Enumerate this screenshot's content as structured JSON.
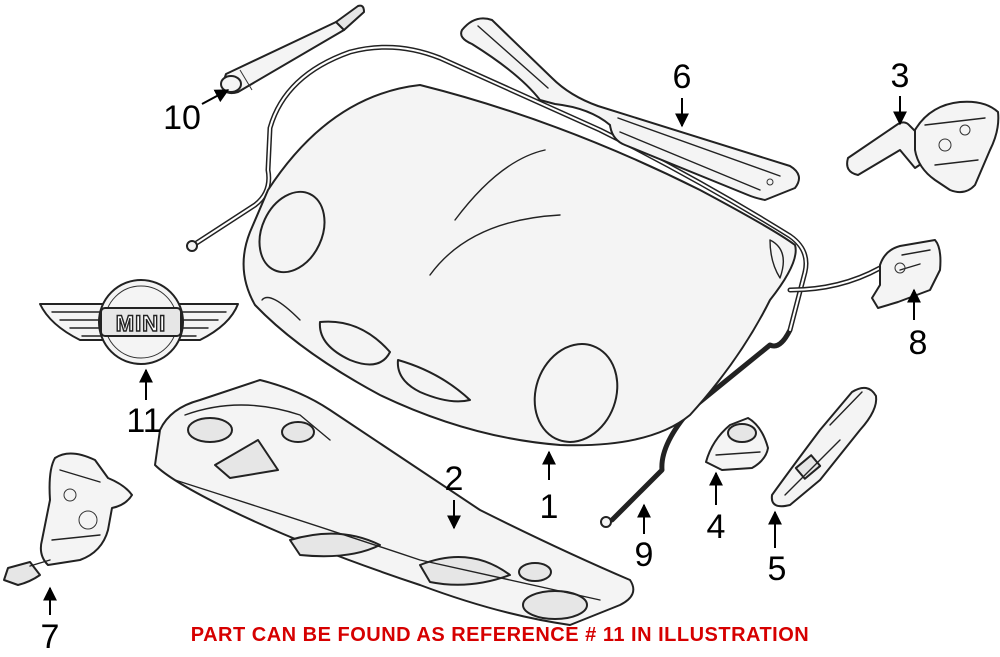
{
  "callouts": {
    "c1": "1",
    "c2": "2",
    "c3": "3",
    "c4": "4",
    "c5": "5",
    "c6": "6",
    "c7": "7",
    "c8": "8",
    "c9": "9",
    "c10": "10",
    "c11": "11"
  },
  "logo_text": "MINI",
  "caption": "PART CAN BE FOUND AS REFERENCE # 11 IN ILLUSTRATION",
  "colors": {
    "caption": "#d60000",
    "lines": "#222222",
    "parts_fill": "#f4f4f4"
  }
}
